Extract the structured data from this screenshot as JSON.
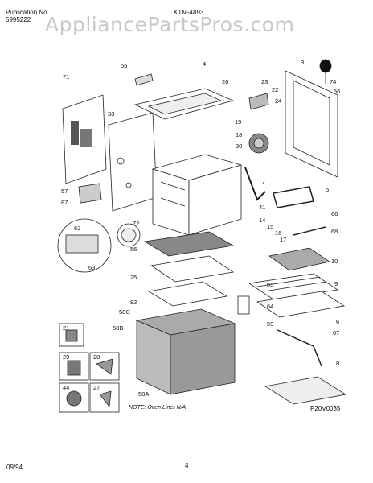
{
  "header": {
    "publication_label": "Publication No.",
    "publication_number": "5995222",
    "model": "KTM-4893"
  },
  "watermark": "AppliancePartsPros.com",
  "parts": [
    "71",
    "55",
    "4",
    "26",
    "3",
    "74",
    "23",
    "22",
    "24",
    "56",
    "33",
    "1",
    "19",
    "18",
    "20",
    "57",
    "87",
    "7",
    "5",
    "41",
    "14",
    "15",
    "16",
    "17",
    "66",
    "68",
    "62",
    "72",
    "56",
    "63",
    "10",
    "25",
    "65",
    "9",
    "82",
    "64",
    "6",
    "58C",
    "59",
    "67",
    "58B",
    "21",
    "29",
    "28",
    "58A",
    "8",
    "44",
    "27"
  ],
  "note": "NOTE: Oven Liner N/A",
  "diagram_code": "P20V0035",
  "footer": {
    "date": "09/94",
    "page": "4"
  }
}
